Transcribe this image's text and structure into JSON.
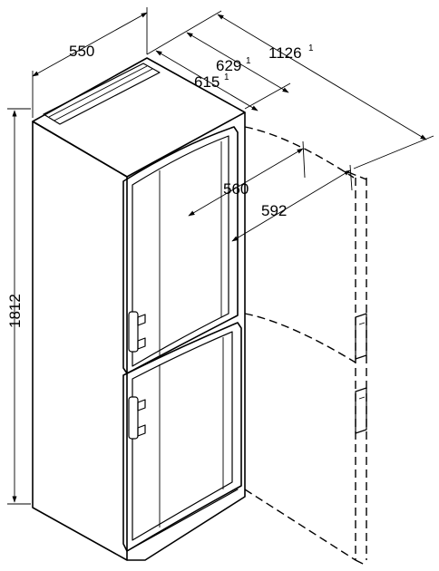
{
  "dimensions": {
    "width": {
      "value": "550"
    },
    "depth_629": {
      "value": "629",
      "note": "1"
    },
    "depth_615": {
      "value": "615",
      "note": "1"
    },
    "depth_open": {
      "value": "1126",
      "note": "1"
    },
    "height": {
      "value": "1812"
    },
    "inner_560": {
      "value": "560"
    },
    "inner_592": {
      "value": "592"
    }
  }
}
